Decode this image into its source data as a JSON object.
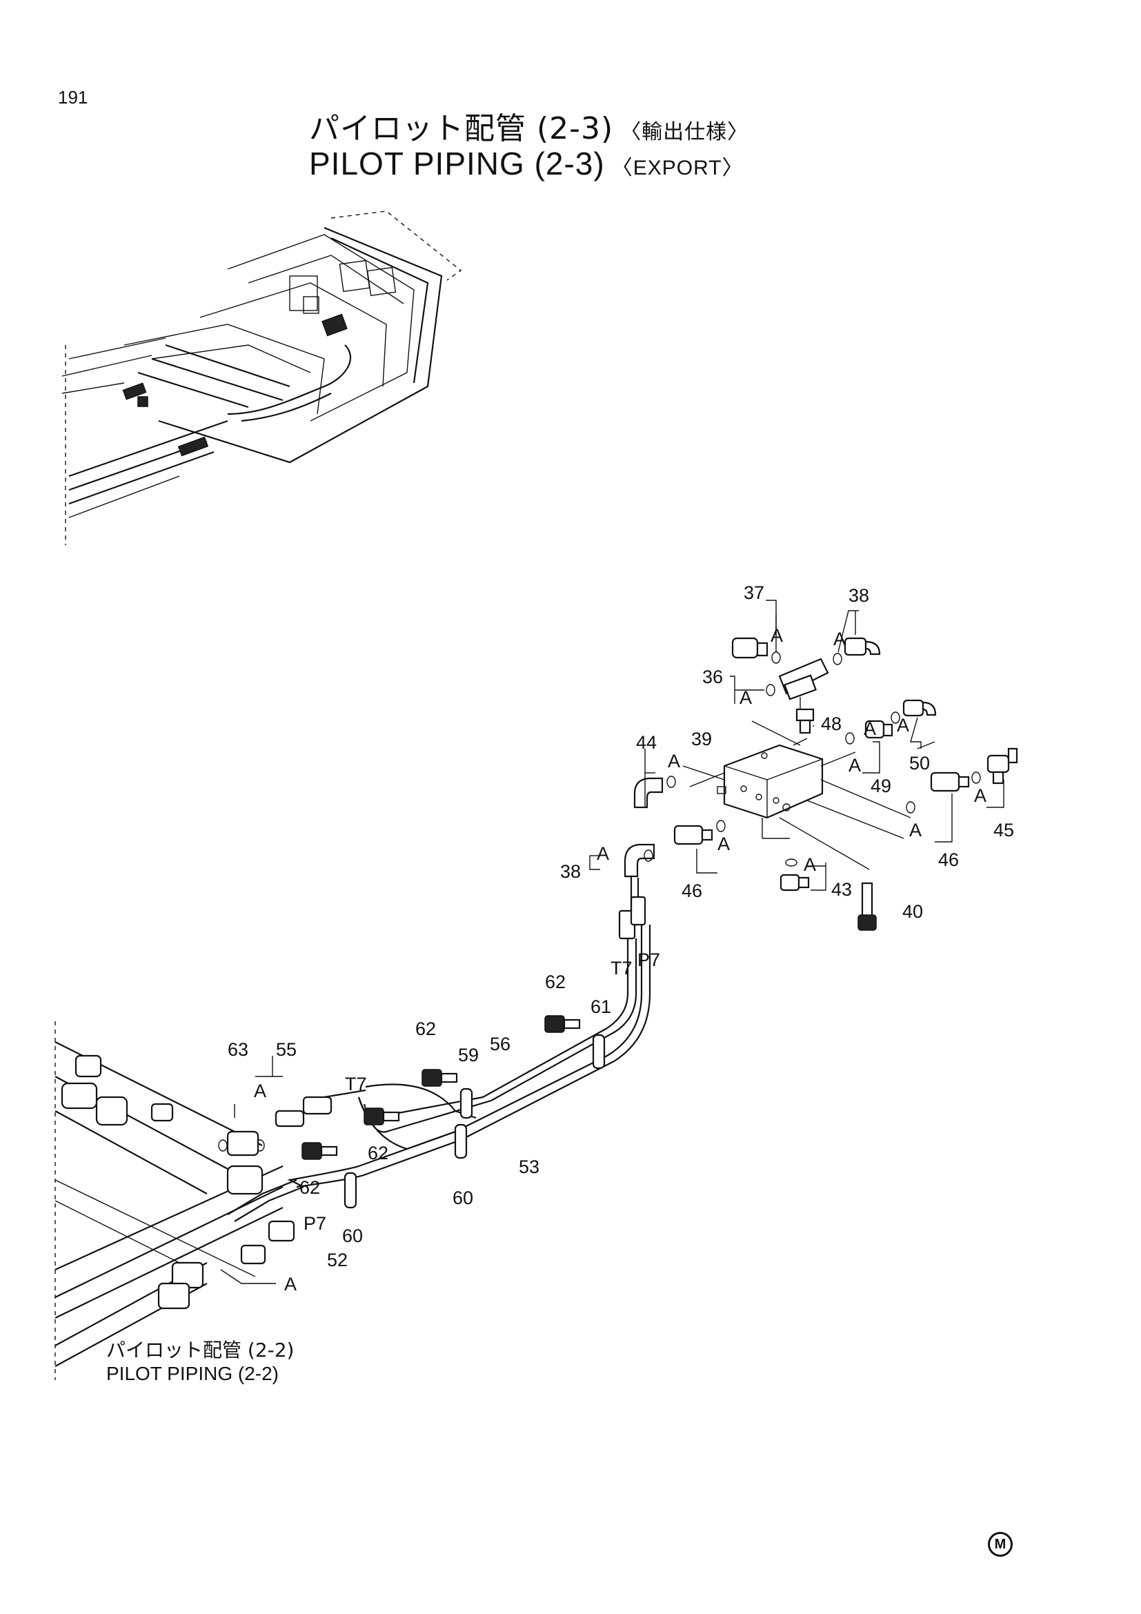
{
  "page_number": "191",
  "title": {
    "japanese": "パイロット配管 (2-3)",
    "japanese_suffix": "〈輸出仕様〉",
    "english": "PILOT PIPING (2-3)",
    "english_suffix": "〈EXPORT〉"
  },
  "cross_reference": {
    "japanese": "パイロット配管 (2-2)",
    "english": "PILOT PIPING (2-2)"
  },
  "mark": "M",
  "callouts": [
    "36",
    "37",
    "38",
    "39",
    "40",
    "43",
    "44",
    "45",
    "46",
    "48",
    "49",
    "50",
    "52",
    "53",
    "55",
    "56",
    "59",
    "60",
    "61",
    "62",
    "63"
  ],
  "port_labels": [
    "T7",
    "P7",
    "A"
  ],
  "labels": {
    "c37": "37",
    "c38a": "38",
    "c36": "36",
    "c48": "48",
    "c49": "49",
    "c50": "50",
    "c39": "39",
    "c44": "44",
    "c45": "45",
    "c46a": "46",
    "c46b": "46",
    "c43": "43",
    "c40": "40",
    "c38b": "38",
    "c62a": "62",
    "c61": "61",
    "c62b": "62",
    "c63": "63",
    "c55": "55",
    "c59": "59",
    "c56": "56",
    "c62c": "62",
    "c62d": "62",
    "c53": "53",
    "c60a": "60",
    "c60b": "60",
    "c52": "52",
    "t7a": "T7",
    "p7a": "P7",
    "t7b": "T7",
    "p7b": "P7",
    "a": "A"
  }
}
